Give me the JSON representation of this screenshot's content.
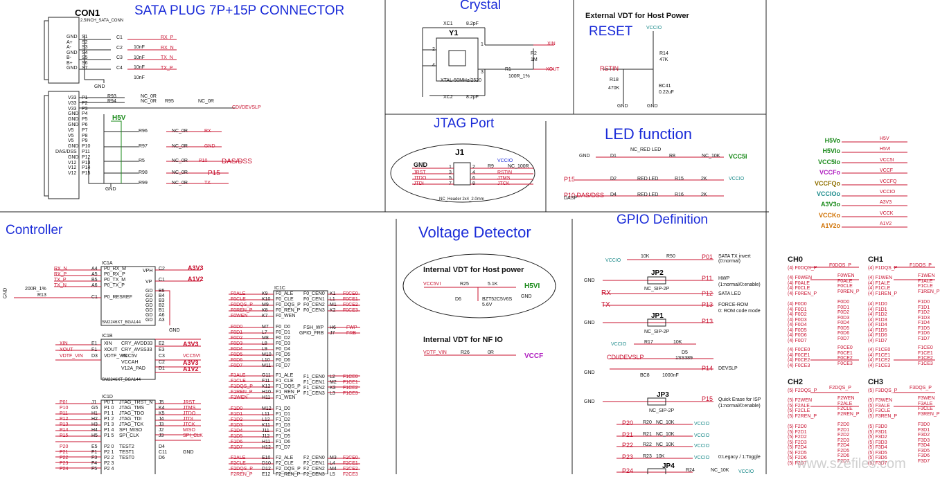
{
  "sections": {
    "sata": "SATA PLUG 7P+15P CONNECTOR",
    "crystal": "Crystal",
    "vdt_ext": "External VDT for Host Power",
    "reset": "RESET",
    "jtag": "JTAG Port",
    "led": "LED function",
    "controller": "Controller",
    "voltage": "Voltage Detector",
    "gpio": "GPIO Definition"
  },
  "sata": {
    "ref": "CON1",
    "part": "2.5INCH_SATA_CONN",
    "pins_top": [
      "GND",
      "A+",
      "A-",
      "GND",
      "B-",
      "B+",
      "GND"
    ],
    "pins_top_num": [
      "S1",
      "S2",
      "S3",
      "S4",
      "S5",
      "S6",
      "S7"
    ],
    "caps": [
      {
        "ref": "C1",
        "val": "10nF",
        "net": "RX_P"
      },
      {
        "ref": "C2",
        "val": "10nF",
        "net": "RX_N"
      },
      {
        "ref": "C3",
        "val": "10nF",
        "net": "TX_N"
      },
      {
        "ref": "C4",
        "val": "10nF",
        "net": "TX_P"
      }
    ],
    "pins_bot": [
      "V33",
      "V33",
      "V33",
      "GND",
      "GND",
      "GND",
      "V5",
      "V5",
      "V5",
      "GND",
      "DAS/DSS",
      "GND",
      "V12",
      "V12",
      "V12"
    ],
    "pins_bot_num": [
      "P1",
      "P2",
      "P3",
      "P4",
      "P5",
      "P6",
      "P7",
      "P8",
      "P9",
      "P10",
      "P11",
      "P12",
      "P13",
      "P14",
      "P15"
    ],
    "res": [
      {
        "ref": "R93",
        "val": "NC_0R"
      },
      {
        "ref": "R94",
        "val": "NC_0R"
      },
      {
        "ref": "R95",
        "val": "NC_0R",
        "net": "CDI/DEVSLP"
      },
      {
        "ref": "R96",
        "val": "NC_0R",
        "net": "RX"
      },
      {
        "ref": "R97",
        "val": "NC_0R",
        "net": "GND"
      },
      {
        "ref": "R5",
        "val": "NC_0R",
        "net": "DAS/DSS",
        "pin": "P10"
      },
      {
        "ref": "R98",
        "val": "NC_0R",
        "net": "P15"
      },
      {
        "ref": "R99",
        "val": "NC_0R",
        "net": "TX"
      }
    ],
    "h5v": "H5V",
    "gnd": "GND"
  },
  "crystal": {
    "y1": "Y1",
    "part": "XTAL-50MHz/2520",
    "xc1": "XC1",
    "xc1_val": "8.2pF",
    "xc2": "XC2",
    "xc2_val": "8.2pF",
    "r2": "R2",
    "r2_val": "1M",
    "r1": "R1",
    "r1_val": "100R_1%",
    "xin": "XIN",
    "xout": "XOUT",
    "p1": "1",
    "p2": "2",
    "p3": "3",
    "p4": "4"
  },
  "reset": {
    "vccio": "VCCIO",
    "r14": "R14",
    "r14_val": "47K",
    "rstin": "RSTIN",
    "r18": "R18",
    "r18_val": "470K",
    "bc41": "BC41",
    "bc41_val": "0.22uF",
    "gnd": "GND"
  },
  "jtag": {
    "ref": "J1",
    "part": "NC_Header 2x4_2.0mm",
    "left": [
      "GND",
      "JRST",
      "JTDO",
      "JTDI"
    ],
    "left_pins": [
      "1",
      "3",
      "5",
      "7"
    ],
    "right_pins": [
      "2",
      "4",
      "6",
      "8"
    ],
    "right": [
      "VCCIO",
      "RSTIN",
      "JTMS",
      "JTCK"
    ],
    "r9": "R9",
    "r9_val": "NC_100R"
  },
  "led": {
    "rows": [
      {
        "d": "D1",
        "lbl": "NC_RED LED",
        "r": "R8",
        "rv": "NC_10K",
        "net": "VCC5I",
        "left": "GND"
      },
      {
        "d": "D2",
        "lbl": "RED LED",
        "r": "R15",
        "rv": "2K",
        "net": "VCCIO",
        "left": "P15"
      },
      {
        "d": "D4",
        "lbl": "RED LED",
        "r": "R16",
        "rv": "2K",
        "net": "",
        "left": "P10  DAS/DSS"
      }
    ],
    "dasp": "DASP"
  },
  "power": {
    "rails": [
      {
        "in": "H5V",
        "out": "H5V",
        "color": "#1a8a1a"
      },
      {
        "in": "H5VI",
        "out": "H5VI",
        "color": "#1a8a1a"
      },
      {
        "in": "VCC5I",
        "out": "VCC5I",
        "color": "#1a8a1a"
      },
      {
        "in": "VCCF",
        "out": "VCCF",
        "color": "#b020c0"
      },
      {
        "in": "VCCFQ",
        "out": "VCCFQ",
        "color": "#907000"
      },
      {
        "in": "VCCIO",
        "out": "VCCIO",
        "color": "#1a8a8a"
      },
      {
        "in": "A3V3",
        "out": "A3V3",
        "color": "#1a8a1a"
      },
      {
        "in": "VCCK",
        "out": "VCCK",
        "color": "#d07000"
      },
      {
        "in": "A1V2",
        "out": "A1V2",
        "color": "#d07000"
      }
    ]
  },
  "controller": {
    "r13": "R13",
    "r13_val": "200R_1%",
    "gnd": "GND",
    "u1a": "IC1A",
    "u1a_part": "SM2246XT_BGA144",
    "u1a_in": [
      "RX_N",
      "RX_P",
      "TX_P",
      "TX_N"
    ],
    "u1a_pins": [
      "A4",
      "A5",
      "B5",
      "A6"
    ],
    "u1a_sig": [
      "P0_RX_M",
      "P0_RX_P",
      "P0_TX_M",
      "P0_TX_P"
    ],
    "vph": "VPH",
    "vp": "VP",
    "c2": "C2",
    "c1": "C1",
    "a3v3": "A3V3",
    "a1v2": "A1V2",
    "resref": "P0_RESREF",
    "gd_pins": [
      "B5",
      "B4",
      "B3",
      "B2",
      "B1",
      "A6",
      "A3"
    ],
    "gd": "GD",
    "u1b": "IC1B",
    "u1b_part": "SM2246XT_BGA144",
    "u1b_rows": [
      {
        "net": "XIN",
        "pin": "E1",
        "sig": "XIN",
        "r": "CRY_AVDD33",
        "rp": "E2",
        "rn": "A3V3"
      },
      {
        "net": "XOUT",
        "pin": "F1",
        "sig": "XOUT",
        "r": "CRY_AVSS33",
        "rp": "E3",
        "rn": ""
      },
      {
        "net": "VDTF_VIN",
        "pin": "D3",
        "sig": "VDTF_VIN",
        "r": "VCC5V",
        "rp": "C3",
        "rn": "VCC5VI"
      },
      {
        "net": "",
        "pin": "",
        "sig": "",
        "r": "VCCAH",
        "rp": "C2",
        "rn": "A3V3"
      },
      {
        "net": "",
        "pin": "",
        "sig": "",
        "r": "V12A_PAD",
        "rp": "D1",
        "rn": "A1V2"
      }
    ],
    "u1d": "IC1D",
    "u1d_rows": [
      {
        "net": "P01",
        "pin": "J1",
        "sig": "P0 1",
        "r": "JTAG_TRST_N",
        "rp": "J5",
        "rn": "JRST"
      },
      {
        "net": "P10",
        "pin": "G5",
        "sig": "P1 0",
        "r": "JTAG_TMS",
        "rp": "K4",
        "rn": "JTMS"
      },
      {
        "net": "P11",
        "pin": "H1",
        "sig": "P1 1",
        "r": "JTAG_TDO",
        "rp": "K5",
        "rn": "JTDO"
      },
      {
        "net": "P12",
        "pin": "H2",
        "sig": "P1 2",
        "r": "JTAG_TDI",
        "rp": "J4",
        "rn": "JTDI"
      },
      {
        "net": "P13",
        "pin": "H3",
        "sig": "P1 3",
        "r": "JTAG_TCK",
        "rp": "J3",
        "rn": "JTCK"
      },
      {
        "net": "P14",
        "pin": "H4",
        "sig": "P1 4",
        "r": "SPI_MISO",
        "rp": "J2",
        "rn": "MISO"
      },
      {
        "net": "P15",
        "pin": "H5",
        "sig": "P1 5",
        "r": "SPI_CLK",
        "rp": "J3",
        "rn": "SPI_CLK"
      },
      {
        "net": "P20",
        "pin": "E5",
        "sig": "P2 0",
        "r": "TEST2",
        "rp": "D4",
        "rn": ""
      },
      {
        "net": "P21",
        "pin": "F1",
        "sig": "P2 1",
        "r": "TEST1",
        "rp": "C11",
        "rn": "GND"
      },
      {
        "net": "P22",
        "pin": "F3",
        "sig": "P2 2",
        "r": "TEST0",
        "rp": "D6",
        "rn": ""
      },
      {
        "net": "P23",
        "pin": "F4",
        "sig": "P2 3",
        "r": "",
        "rp": "",
        "rn": ""
      },
      {
        "net": "P24",
        "pin": "F5",
        "sig": "P2 4",
        "r": "",
        "rp": "",
        "rn": ""
      }
    ],
    "u1c": "IC1C",
    "u1c_left1": [
      "F0ALE",
      "F0CLE",
      "F0DQS_P",
      "F0REN_P",
      "F0WEN"
    ],
    "u1c_pin1": [
      "K9",
      "K10",
      "M9",
      "K8",
      "K7"
    ],
    "u1c_sig1": [
      "F0_ALE",
      "F0_CLE",
      "F0_DQS_P",
      "F0_REN_P",
      "F0_WEN"
    ],
    "u1c_r1": [
      "F0_CEN0",
      "F0_CEN1",
      "F0_CEN2",
      "F0_CEN3"
    ],
    "u1c_rp1": [
      "K1",
      "L1",
      "M1",
      "K2"
    ],
    "u1c_rn1": [
      "F0CE0",
      "F0CE1",
      "F0CE2",
      "F0CE3"
    ],
    "u1c_left2": [
      "F0D0",
      "F0D1",
      "F0D2",
      "F0D3",
      "F0D4",
      "F0D5",
      "F0D6",
      "F0D7"
    ],
    "u1c_pin2": [
      "M7",
      "L7",
      "M8",
      "L8",
      "L9",
      "M10",
      "L10",
      "M11"
    ],
    "u1c_sig2": [
      "F0_D0",
      "F0_D1",
      "F0_D2",
      "F0_D3",
      "F0_D4",
      "F0_D5",
      "F0_D6",
      "F0_D7"
    ],
    "fsh_wp": "FSH_WP",
    "gpio_frb": "GPIO_FRB",
    "fwp": "FWP",
    "frb": "FRB",
    "h6": "H6",
    "j7": "J7",
    "u1c_left3": [
      "F1ALE",
      "F1CLE",
      "F1DQS_P",
      "F1REN_P",
      "F1WEN"
    ],
    "u1c_pin3": [
      "G11",
      "F11",
      "K12",
      "H10",
      "H11"
    ],
    "u1c_sig3": [
      "F1_ALE",
      "F1_CLE",
      "F1_DQS_P",
      "F1_REN_P",
      "F1_WEN"
    ],
    "u1c_r3": [
      "F1_CEN0",
      "F1_CEN1",
      "F1_CEN2",
      "F1_CEN3"
    ],
    "u1c_rp3": [
      "L2",
      "M2",
      "K3",
      "L3"
    ],
    "u1c_rn3": [
      "F1CE0",
      "F1CE1",
      "F1CE2",
      "F1CE3"
    ],
    "u1c_left4": [
      "F1D0",
      "F1D1",
      "F1D2",
      "F1D3",
      "F1D4",
      "F1D5",
      "F1D6",
      "F1D7"
    ],
    "u1c_pin4": [
      "M12",
      "L11",
      "L12",
      "K11",
      "J11",
      "J12",
      "H11",
      "H12"
    ],
    "u1c_sig4": [
      "F1_D0",
      "F1_D1",
      "F1_D2",
      "F1_D3",
      "F1_D4",
      "F1_D5",
      "F1_D6",
      "F1_D7"
    ],
    "u1c_left5": [
      "F2ALE",
      "F2CLE",
      "F2DQS_P",
      "F2REN_P"
    ],
    "u1c_pin5": [
      "E10",
      "D10",
      "D12",
      "E12"
    ],
    "u1c_sig5": [
      "F2_ALE",
      "F2_CLE",
      "F2_DQS_P",
      "F2_REN_P"
    ],
    "u1c_r5": [
      "F2_CEN0",
      "F2_CEN1",
      "F2_CEN2",
      "F2_CEN3"
    ],
    "u1c_rp5": [
      "M3",
      "L4",
      "M4",
      "L5"
    ],
    "u1c_rn5": [
      "F2CE0",
      "F2CE1",
      "F2CE2",
      "F2CE3"
    ]
  },
  "voltage": {
    "host_title": "Internal VDT for Host power",
    "vcc5vi": "VCC5VI",
    "r25": "R25",
    "r25_val": "5.1K",
    "d6": "D6",
    "d6_part": "BZT52C5V6S",
    "d6_v": "5.6V",
    "h5vi": "H5VI",
    "gnd": "GND",
    "nf_title": "Internal VDT for NF IO",
    "vdtf": "VDTF_VIN",
    "r26": "R26",
    "r26_val": "0R",
    "vccf": "VCCF"
  },
  "gpio": {
    "p01_row": {
      "net": "VCCIO",
      "r": "10K",
      "ref": "R50",
      "p": "P01",
      "desc": "SATA TX invert\n(0:normal)"
    },
    "jp2": "JP2",
    "jp2_part": "NC_SIP-2P",
    "p11": "P11",
    "p11_desc": "HWP",
    "p11_sub": "(1:normal/0:enable)",
    "rx": "RX",
    "p12": "P12",
    "p12_desc": "SATA LED",
    "tx": "TX",
    "p13": "P13",
    "p13_desc": "FORCE-ROM",
    "p13_sub": "0: ROM code mode",
    "jp1": "JP1",
    "jp1_part": "NC_SIP-2P",
    "r17": "R17",
    "r17_val": "10K",
    "vccio": "VCCIO",
    "d5": "D5",
    "d5_part": "1SS389",
    "devslp": "CDI/DEVSLP",
    "bc8": "BC8",
    "bc8_val": "1000nF",
    "p14": "P14",
    "p14_desc": "DEVSLP",
    "jp3": "JP3",
    "jp3_part": "NC_SIP-2P",
    "p15": "P15",
    "p15_desc": "Quick Erase for ISP",
    "p15_sub": "(1:normal/0:enable)",
    "pulls": [
      {
        "p": "P20",
        "r": "R20",
        "v": "NC_10K"
      },
      {
        "p": "P21",
        "r": "R21",
        "v": "NC_10K"
      },
      {
        "p": "P22",
        "r": "R22",
        "v": "NC_10K"
      },
      {
        "p": "P23",
        "r": "R23",
        "v": "10K",
        "desc": "0:Legacy / 1:Toggle"
      },
      {
        "p": "P24",
        "r": "R24",
        "v": "NC_10K"
      }
    ],
    "jp4": "JP4",
    "gnd": "GND"
  },
  "channels": {
    "names": [
      "CH0",
      "CH1",
      "CH2",
      "CH3"
    ],
    "ch0_top": "F0DQS_P",
    "ch1_top": "F1DQS_P",
    "ch2_top": "F2DQS_P",
    "ch3_top": "F3DQS_P",
    "ch0_ctrl": [
      "F0WEN",
      "F0ALE",
      "F0CLE",
      "F0REN_P"
    ],
    "ch1_ctrl": [
      "F1WEN",
      "F1ALE",
      "F1CLE",
      "F1REN_P"
    ],
    "ch2_ctrl": [
      "F2WEN",
      "F2ALE",
      "F2CLE",
      "F2REN_P"
    ],
    "ch3_ctrl": [
      "F3WEN",
      "F3ALE",
      "F3CLE",
      "F3REN_P"
    ],
    "ch0_data": [
      "F0D0",
      "F0D1",
      "F0D2",
      "F0D3",
      "F0D4",
      "F0D5",
      "F0D6",
      "F0D7"
    ],
    "ch1_data": [
      "F1D0",
      "F1D1",
      "F1D2",
      "F1D3",
      "F1D4",
      "F1D5",
      "F1D6",
      "F1D7"
    ],
    "ch2_data": [
      "F2D0",
      "F2D1",
      "F2D2",
      "F2D3",
      "F2D4",
      "F2D5",
      "F2D6",
      "F2D7"
    ],
    "ch3_data": [
      "F3D0",
      "F3D1",
      "F3D2",
      "F3D3",
      "F3D4",
      "F3D5",
      "F3D6",
      "F3D7"
    ],
    "ch0_ce": [
      "F0CE0",
      "F0CE1",
      "F0CE2",
      "F0CE3"
    ],
    "ch1_ce": [
      "F1CE0",
      "F1CE1",
      "F1CE2",
      "F1CE3"
    ],
    "ch0_prefix": "(4)",
    "ch1_prefix": "(4)",
    "ch2_prefix": "(5)",
    "ch3_prefix": "(5)"
  },
  "watermark": "www.szefiles.com"
}
